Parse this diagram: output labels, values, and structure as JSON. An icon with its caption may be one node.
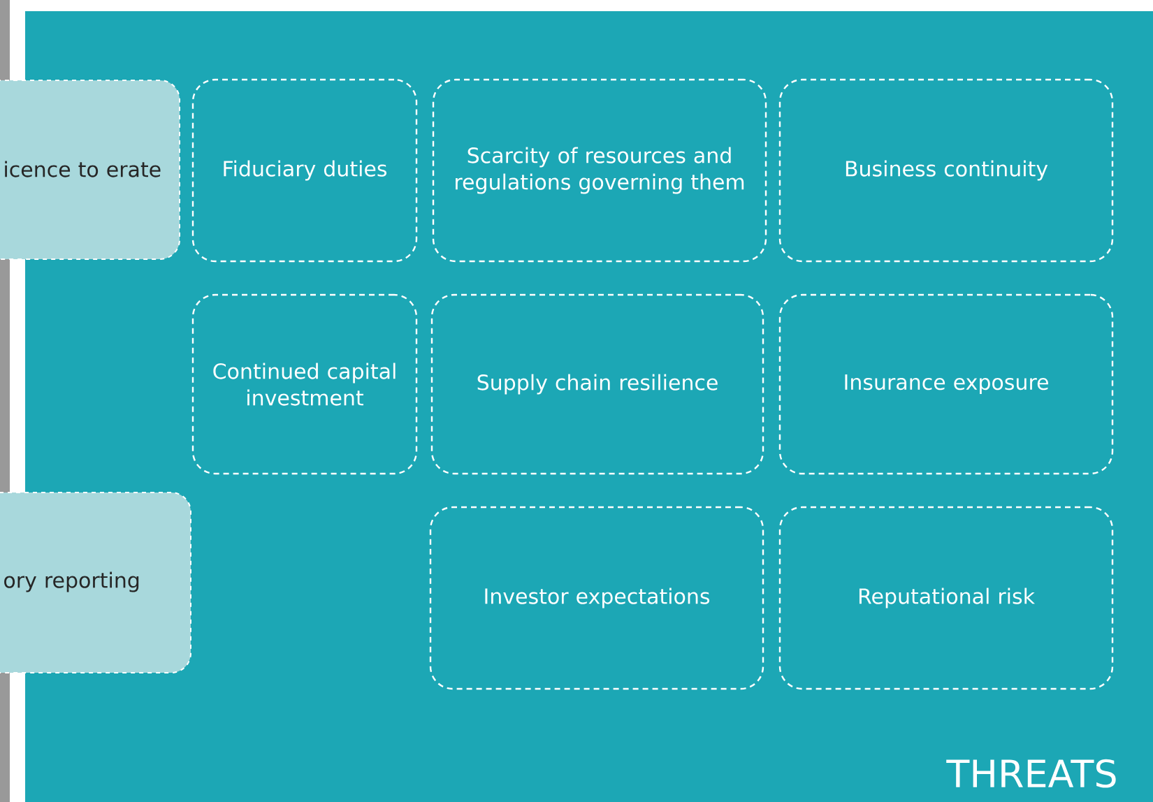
{
  "diagram": {
    "nodes": [
      {
        "text": [
          "icence to erate"
        ]
      },
      {
        "text": [
          "Fiduciary duties"
        ]
      },
      {
        "text": [
          "Scarcity of resources and regulations governing them"
        ]
      },
      {
        "text": [
          "Business continuity"
        ]
      },
      {
        "text": [
          "Continued capital investment"
        ]
      },
      {
        "text": [
          "Supply chain resilience"
        ]
      },
      {
        "text": [
          "Insurance exposure"
        ]
      },
      {
        "text": [
          "ory reporting"
        ]
      },
      {
        "text": [
          "Investor expectations"
        ]
      },
      {
        "text": [
          "Reputational risk"
        ]
      }
    ],
    "labels": [
      "THREATS"
    ]
  }
}
